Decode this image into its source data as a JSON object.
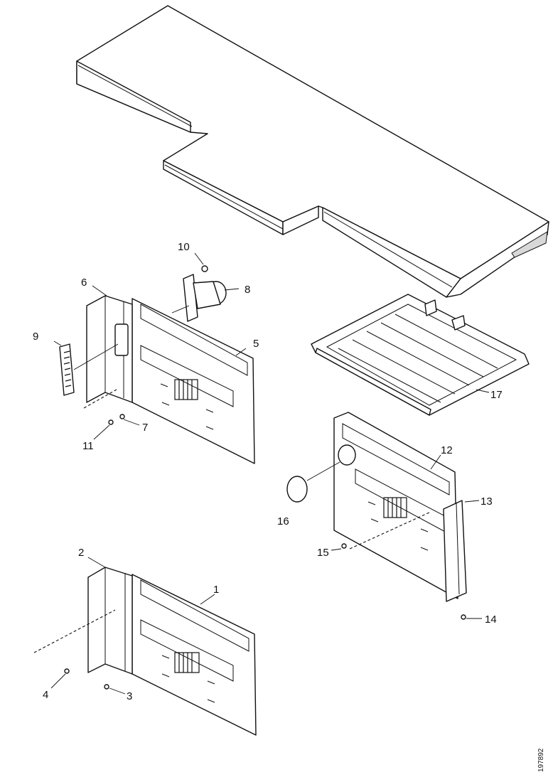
{
  "figure": {
    "callouts": [
      {
        "id": "1",
        "label": "1"
      },
      {
        "id": "2",
        "label": "2"
      },
      {
        "id": "3",
        "label": "3"
      },
      {
        "id": "4",
        "label": "4"
      },
      {
        "id": "5",
        "label": "5"
      },
      {
        "id": "6",
        "label": "6"
      },
      {
        "id": "7",
        "label": "7"
      },
      {
        "id": "8",
        "label": "8"
      },
      {
        "id": "9",
        "label": "9"
      },
      {
        "id": "10",
        "label": "10"
      },
      {
        "id": "11",
        "label": "11"
      },
      {
        "id": "12",
        "label": "12"
      },
      {
        "id": "13",
        "label": "13"
      },
      {
        "id": "14",
        "label": "14"
      },
      {
        "id": "15",
        "label": "15"
      },
      {
        "id": "16",
        "label": "16"
      },
      {
        "id": "17",
        "label": "17"
      }
    ],
    "document_id": "197892"
  }
}
